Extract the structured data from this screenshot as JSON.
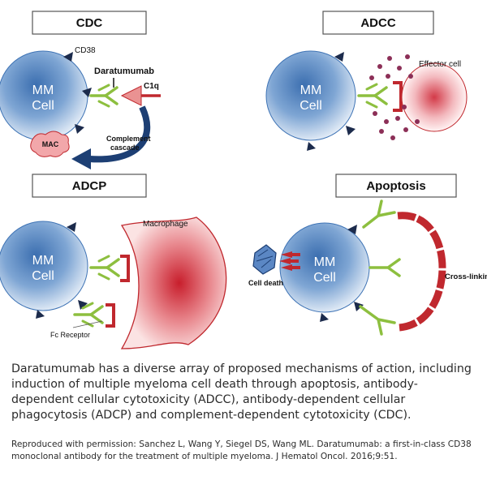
{
  "panels": {
    "cdc": {
      "title": "CDC",
      "cd38_label": "CD38",
      "antibody_label": "Daratumumab",
      "c1q_label": "C1q",
      "mac_label": "MAC",
      "complement_line1": "Complement",
      "complement_line2": "cascade"
    },
    "adcc": {
      "title": "ADCC",
      "effector_label": "Effector cell"
    },
    "adcp": {
      "title": "ADCP",
      "macrophage_label": "Macrophage",
      "fc_label": "Fc Receptor"
    },
    "apoptosis": {
      "title": "Apoptosis",
      "crosslink_label": "Cross-linking",
      "death_label": "Cell death"
    }
  },
  "mm_cell": {
    "line1": "MM",
    "line2": "Cell"
  },
  "caption": "Daratumumab has a diverse array of proposed mechanisms of action, including induction of multiple myeloma cell death through apoptosis, antibody-dependent cellular cytotoxicity (ADCC), antibody-dependent cellular phagocytosis (ADCP) and complement-dependent cytotoxicity (CDC).",
  "credit": "Reproduced with permission: Sanchez L, Wang Y, Siegel DS, Wang ML. Daratumumab: a first-in-class CD38 monoclonal antibody for the treatment of multiple myeloma. J Hematol Oncol. 2016;9:51.",
  "colors": {
    "cell_blue": "#3e73b5",
    "cell_fill": "#dce8f4",
    "antibody_green": "#8dbf3f",
    "receptor_red": "#c0282e",
    "dark_navy": "#1c2b4c",
    "complement_arrow": "#1d3f74",
    "c1q_pink": "#ea9292"
  }
}
